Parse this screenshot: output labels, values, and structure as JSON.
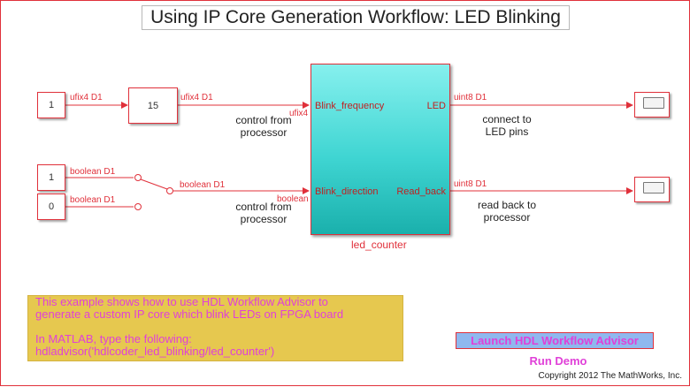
{
  "title": "Using IP Core Generation Workflow: LED Blinking",
  "blocks": {
    "const1": "1",
    "gain": "15",
    "const_dir_1": "1",
    "const_dir_0": "0"
  },
  "subsystem": {
    "name": "led_counter",
    "in_ports": [
      "Blink_frequency",
      "Blink_direction"
    ],
    "out_ports": [
      "LED",
      "Read_back"
    ]
  },
  "signals": {
    "s1": "ufix4 D1",
    "s2": "ufix4 D1",
    "s2b": "ufix4",
    "s3": "boolean D1",
    "s4": "boolean D1",
    "s5": "boolean D1",
    "s5b": "boolean",
    "s6": "uint8 D1",
    "s7": "uint8 D1"
  },
  "annotations": {
    "a1": [
      "control from",
      "processor"
    ],
    "a2": [
      "connect to",
      "LED pins"
    ],
    "a3": [
      "control from",
      "processor"
    ],
    "a4": [
      "read back to",
      "processor"
    ]
  },
  "note": {
    "line1": "This example shows how to use HDL Workflow Advisor to",
    "line2": "generate a custom IP core which blink LEDs on FPGA board",
    "line3": "In MATLAB, type the following:",
    "line4": "  hdladvisor('hdlcoder_led_blinking/led_counter')"
  },
  "launch_label": "Launch HDL Workflow Advisor",
  "run_label": "Run Demo",
  "copyright": "Copyright 2012 The MathWorks, Inc.",
  "colors": {
    "wire": "#e0303a",
    "subsystem": "#3fd5d2",
    "note_bg": "#e6c84f",
    "link": "#e040d8"
  }
}
